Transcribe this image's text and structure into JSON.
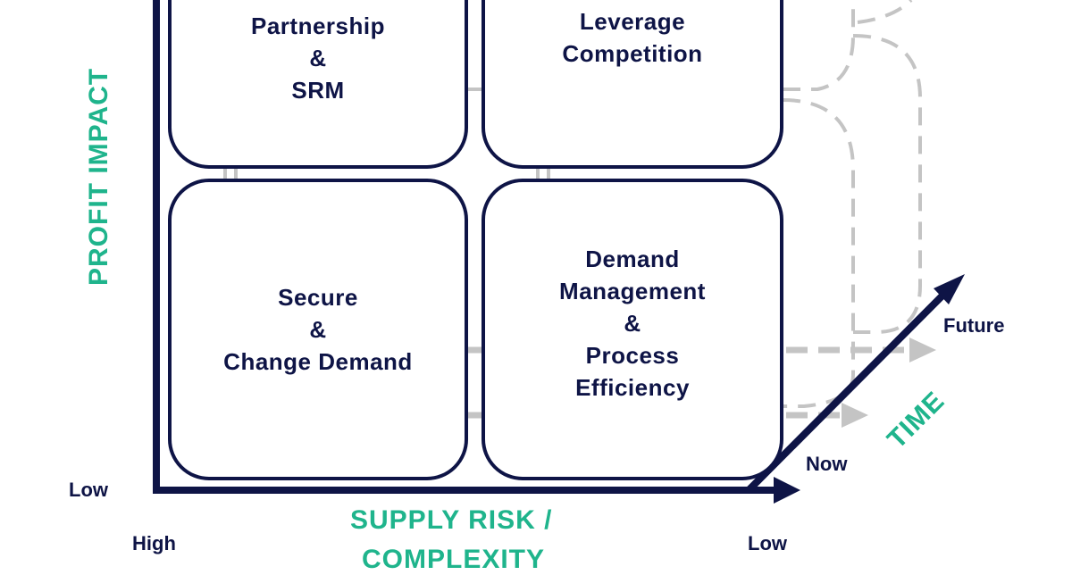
{
  "colors": {
    "navy": "#0e1446",
    "teal": "#1fb48c",
    "dash_gray": "#c4c4c4"
  },
  "y_axis": {
    "title": "PROFIT IMPACT",
    "low_label": "Low"
  },
  "x_axis": {
    "title_line1": "SUPPLY RISK /",
    "title_line2": "COMPLEXITY",
    "high_label": "High",
    "low_label": "Low"
  },
  "time_axis": {
    "title": "TIME",
    "now_label": "Now",
    "future_label": "Future"
  },
  "quadrants": {
    "top_left": {
      "lines": [
        "Partnership",
        "&",
        "SRM"
      ]
    },
    "top_right": {
      "lines": [
        "Leverage",
        "Competition"
      ]
    },
    "bottom_left": {
      "lines": [
        "Secure",
        "&",
        "Change Demand"
      ]
    },
    "bottom_right": {
      "lines": [
        "Demand",
        "Management",
        "&",
        "Process",
        "Efficiency"
      ]
    }
  }
}
